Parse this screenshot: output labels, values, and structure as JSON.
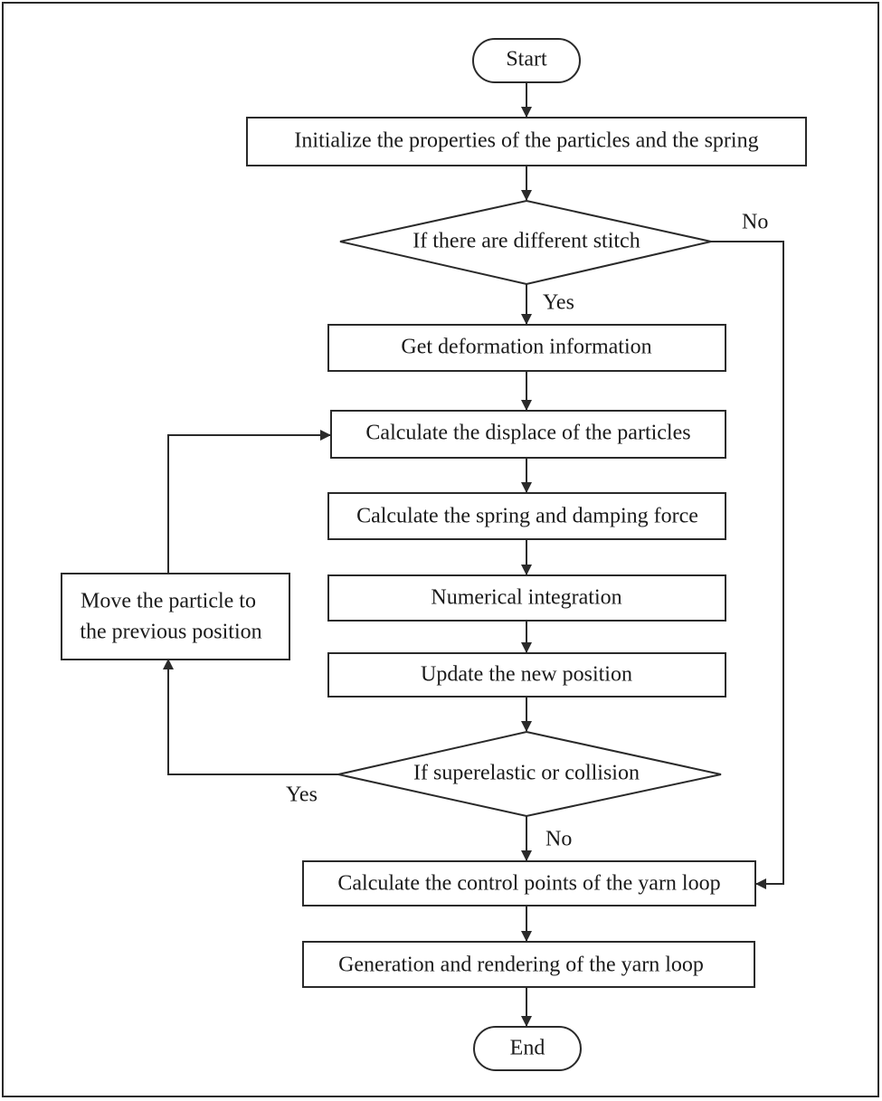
{
  "nodes": {
    "start": "Start",
    "init": "Initialize the properties of the particles and the spring",
    "stitch_decision": "If there are different stitch",
    "deformation": "Get deformation information",
    "displace": "Calculate the displace of the particles",
    "force": "Calculate the spring and damping force",
    "integration": "Numerical integration",
    "update": "Update the new position",
    "collision_decision": "If superelastic or collision",
    "move_line1": "Move the particle to",
    "move_line2": "the previous position",
    "control_points": "Calculate the control points of the yarn loop",
    "generation": "Generation and rendering of the yarn loop",
    "end": "End"
  },
  "edge_labels": {
    "stitch_no": "No",
    "stitch_yes": "Yes",
    "collision_yes": "Yes",
    "collision_no": "No"
  }
}
